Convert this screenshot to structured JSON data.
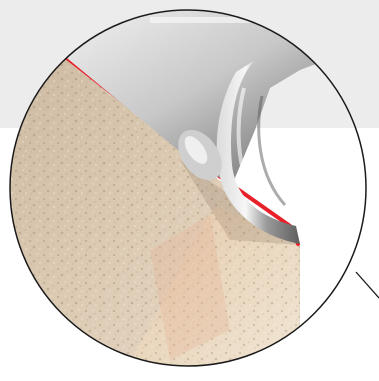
{
  "figure": {
    "subject": "magnified-surface-cross-section",
    "colors": {
      "background_band": "#ececec",
      "lens_border": "#1a1a1a",
      "surface_fill": "#dccab4",
      "surface_shadow": "#b8a48c",
      "warm_tint": "#e8b8a0",
      "highlight_line": "#e8202a",
      "metal_light": "#f2f2f2",
      "metal_mid": "#bdbdbd",
      "metal_dark": "#6f6f6f"
    },
    "icons": {
      "lens": "magnifier-circle",
      "leader": "callout-line"
    }
  }
}
